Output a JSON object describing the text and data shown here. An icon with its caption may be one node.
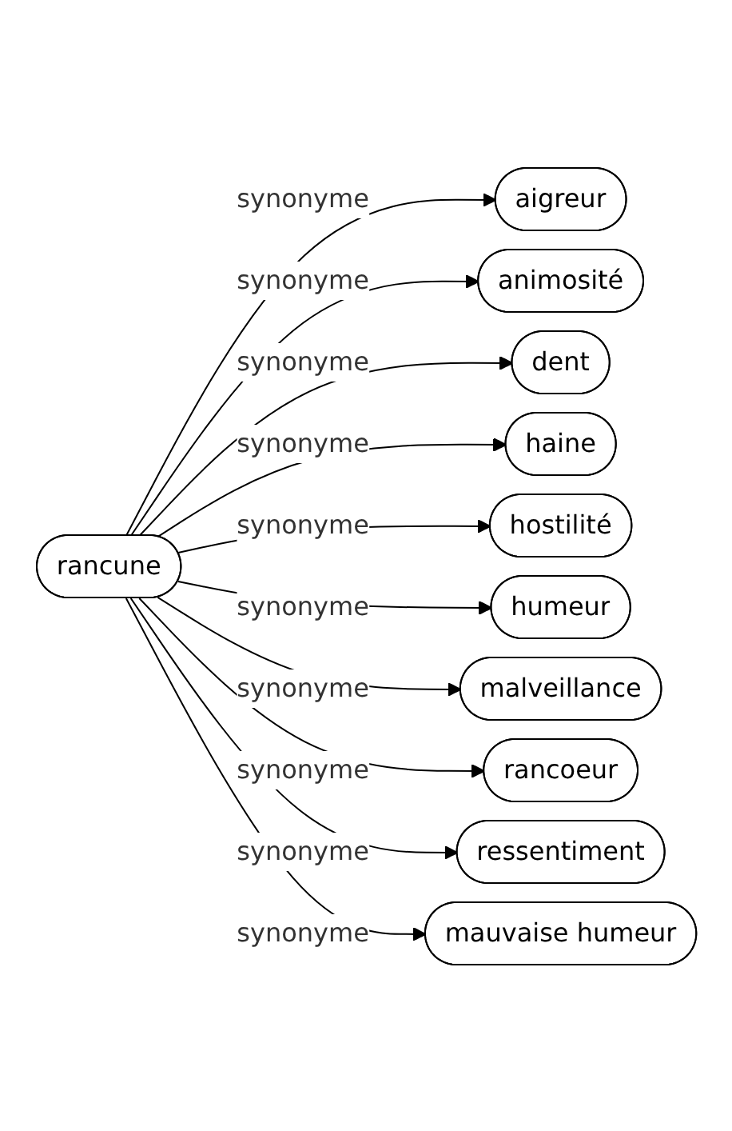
{
  "diagram": {
    "nodes": [
      {
        "text": [
          "rancune"
        ]
      },
      {
        "text": [
          "aigreur"
        ]
      },
      {
        "text": [
          "animosité"
        ]
      },
      {
        "text": [
          "dent"
        ]
      },
      {
        "text": [
          "haine"
        ]
      },
      {
        "text": [
          "hostilité"
        ]
      },
      {
        "text": [
          "humeur"
        ]
      },
      {
        "text": [
          "malveillance"
        ]
      },
      {
        "text": [
          "rancoeur"
        ]
      },
      {
        "text": [
          "ressentiment"
        ]
      },
      {
        "text": [
          "mauvaise humeur"
        ]
      }
    ],
    "edges": [
      {
        "from": 0,
        "to": 1,
        "arrow": "to",
        "label": "synonyme"
      },
      {
        "from": 0,
        "to": 2,
        "arrow": "to",
        "label": "synonyme"
      },
      {
        "from": 0,
        "to": 3,
        "arrow": "to",
        "label": "synonyme"
      },
      {
        "from": 0,
        "to": 4,
        "arrow": "to",
        "label": "synonyme"
      },
      {
        "from": 0,
        "to": 5,
        "arrow": "to",
        "label": "synonyme"
      },
      {
        "from": 0,
        "to": 6,
        "arrow": "to",
        "label": "synonyme"
      },
      {
        "from": 0,
        "to": 7,
        "arrow": "to",
        "label": "synonyme"
      },
      {
        "from": 0,
        "to": 8,
        "arrow": "to",
        "label": "synonyme"
      },
      {
        "from": 0,
        "to": 9,
        "arrow": "to",
        "label": "synonyme"
      },
      {
        "from": 0,
        "to": 10,
        "arrow": "to",
        "label": "synonyme"
      }
    ]
  }
}
